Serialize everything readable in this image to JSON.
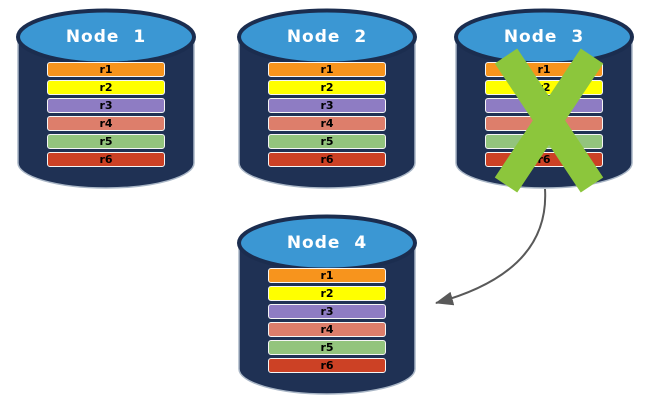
{
  "diagram": {
    "nodes": [
      {
        "title": "Node 1",
        "failed": false
      },
      {
        "title": "Node 2",
        "failed": false
      },
      {
        "title": "Node 3",
        "failed": true
      },
      {
        "title": "Node 4",
        "failed": false
      }
    ],
    "rows": [
      {
        "label": "r1",
        "color": "#F7941D"
      },
      {
        "label": "r2",
        "color": "#FFFF00"
      },
      {
        "label": "r3",
        "color": "#8E7CC3"
      },
      {
        "label": "r4",
        "color": "#DD7E6B"
      },
      {
        "label": "r5",
        "color": "#93C47D"
      },
      {
        "label": "r6",
        "color": "#CC4125"
      }
    ],
    "arrow": {
      "from": "Node 3",
      "to": "Node 4"
    },
    "colors": {
      "cylinder_body": "#1F3154",
      "cylinder_top": "#3B97D3",
      "cylinder_rim": "#1B2D4F",
      "outline": "#A9B6C6",
      "title_text": "#FFFFFF",
      "bar_border": "#F5F5F5",
      "bar_text": "#000000",
      "failure_x": "#8CC63C",
      "arrow": "#595959"
    }
  }
}
